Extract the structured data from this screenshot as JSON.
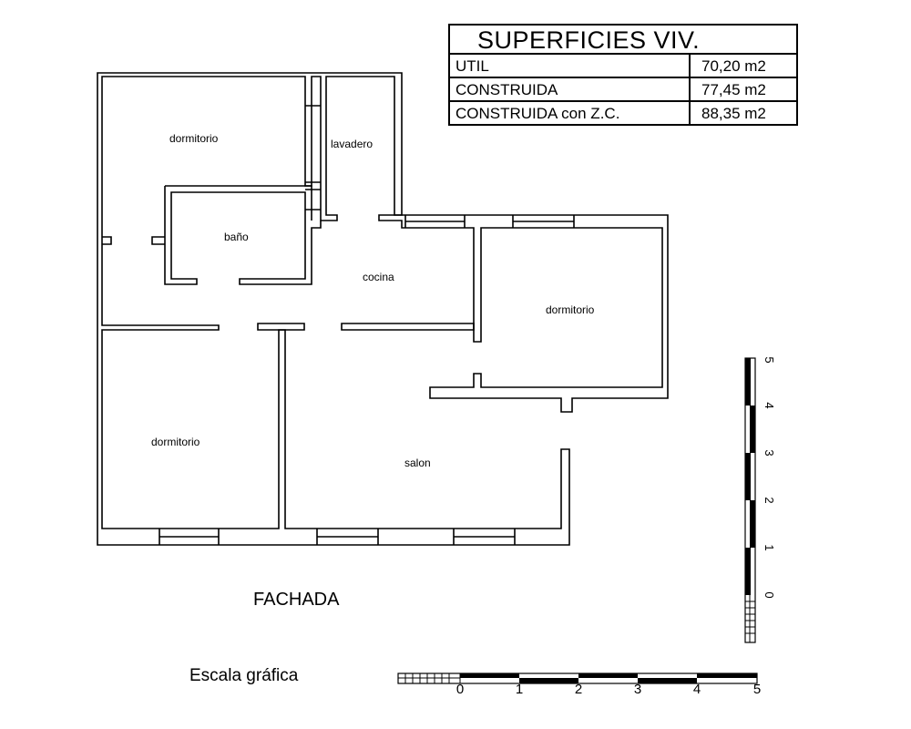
{
  "surfaces": {
    "title": "SUPERFICIES VIV.",
    "rows": [
      {
        "label": "UTIL",
        "value": "70,20 m2"
      },
      {
        "label": "CONSTRUIDA",
        "value": "77,45 m2"
      },
      {
        "label": "CONSTRUIDA con Z.C.",
        "value": "88,35 m2"
      }
    ]
  },
  "rooms": {
    "dormitorio_1": "dormitorio",
    "lavadero": "lavadero",
    "bano": "baño",
    "cocina": "cocina",
    "dormitorio_2": "dormitorio",
    "dormitorio_3": "dormitorio",
    "salon": "salon"
  },
  "fachada": "FACHADA",
  "scale": {
    "label": "Escala gráfica",
    "ticks": [
      "0",
      "1",
      "2",
      "3",
      "4",
      "5"
    ]
  }
}
